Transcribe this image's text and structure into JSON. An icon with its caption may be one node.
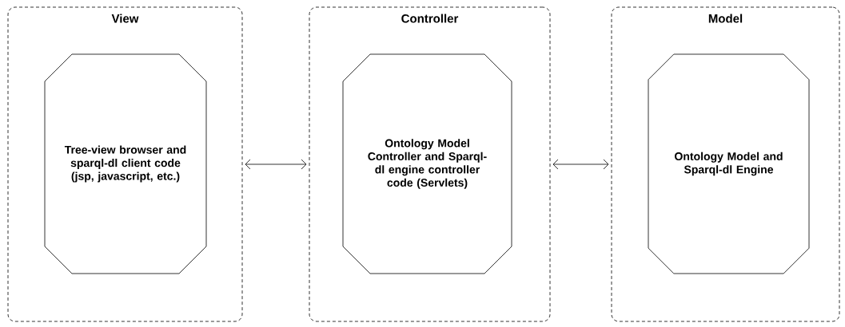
{
  "diagram": {
    "nodes": [
      {
        "text": [
          "View"
        ]
      },
      {
        "text": [
          "Tree-view browser and sparql-dl client code (jsp, javascript, etc.)"
        ],
        "in": 0
      },
      {
        "text": [
          "Controller"
        ]
      },
      {
        "text": [
          "Ontology Model Controller and Sparql-dl engine controller code (Servlets)"
        ],
        "in": 2
      },
      {
        "text": [
          "Model"
        ]
      },
      {
        "text": [
          "Ontology Model and Sparql-dl Engine"
        ],
        "in": 4
      }
    ],
    "edges": [
      {
        "from": 0,
        "to": 2,
        "arrow": "both"
      },
      {
        "from": 2,
        "to": 4,
        "arrow": "both"
      }
    ]
  }
}
